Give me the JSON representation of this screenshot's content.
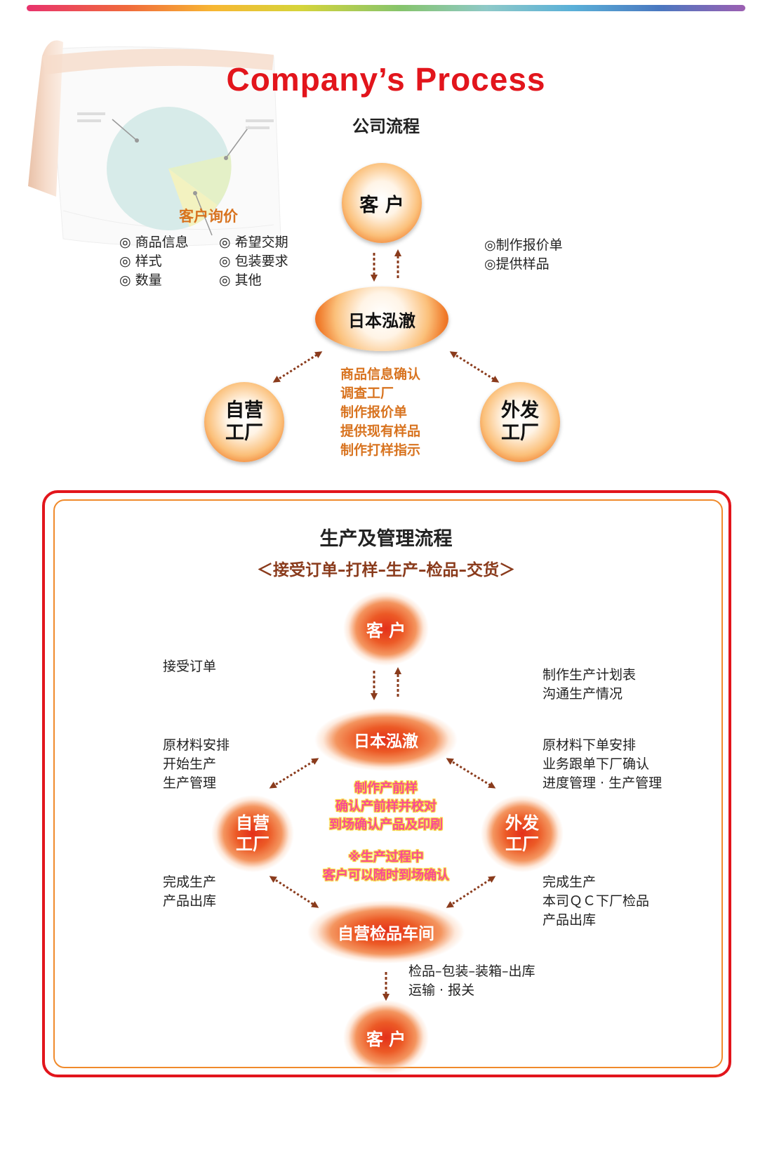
{
  "header": {
    "title_en": "Company’s Process",
    "title_cn": "公司流程"
  },
  "top": {
    "inquiry_title": "客户询价",
    "inquiry_left": [
      "◎ 商品信息",
      "◎ 样式",
      "◎ 数量"
    ],
    "inquiry_right": [
      "◎ 希望交期",
      "◎ 包装要求",
      "◎ 其他"
    ],
    "customer": "客 户",
    "center": "日本泓澈",
    "right_notes": [
      "◎制作报价单",
      "◎提供样品"
    ],
    "factory_left": [
      "自营",
      "工厂"
    ],
    "factory_right": [
      "外发",
      "工厂"
    ],
    "center_steps": [
      "商品信息确认",
      "调查工厂",
      "制作报价单",
      "提供现有样品",
      "制作打样指示"
    ]
  },
  "bottom": {
    "title": "生产及管理流程",
    "subtitle": "＜接受订单–打样–生产–检品–交货＞",
    "customer_top": "客 户",
    "accept_order": "接受订单",
    "plan": [
      "制作生产计划表",
      "沟通生产情况"
    ],
    "center": "日本泓澈",
    "left_mid": [
      "原材料安排",
      "开始生产",
      "生产管理"
    ],
    "right_mid": [
      "原材料下单安排",
      "业务跟单下厂确认",
      "进度管理 · 生产管理"
    ],
    "factory_left": [
      "自营",
      "工厂"
    ],
    "factory_right": [
      "外发",
      "工厂"
    ],
    "center_pink": [
      "制作产前样",
      "确认产前样并校对",
      "到场确认产品及印刷"
    ],
    "center_pink2": [
      "※生产过程中",
      "客户可以随时到场确认"
    ],
    "left_low": [
      "完成生产",
      "产品出库"
    ],
    "right_low": [
      "完成生产",
      "本司ＱＣ下厂检品",
      "产品出库"
    ],
    "inspection": "自营检品车间",
    "shipping": [
      "检品–包装–装箱–出库",
      "运输 · 报关"
    ],
    "customer_bottom": "客 户"
  },
  "colors": {
    "title_red": "#e2151c",
    "orange_text": "#d8731f",
    "frame_orange": "#f08a2b",
    "arrow_brown": "#8a3b1c",
    "pink_text": "#f94b94"
  }
}
